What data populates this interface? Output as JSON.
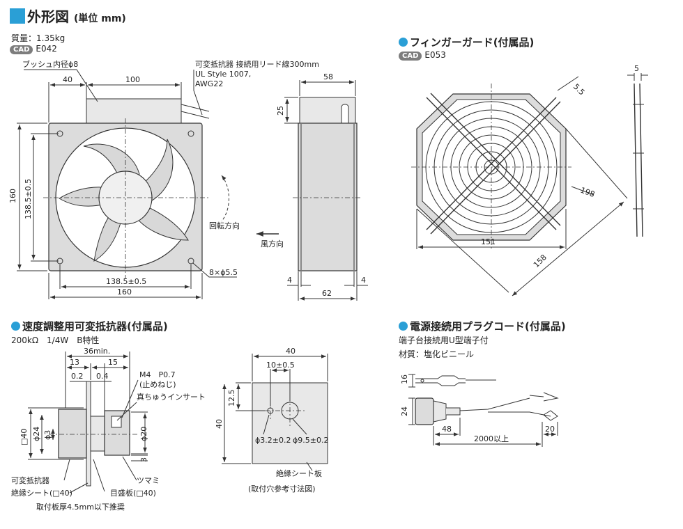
{
  "header": {
    "title": "外形図",
    "unit": "(単位 mm)"
  },
  "fan": {
    "mass": "質量：1.35kg",
    "cad_badge": "CAD",
    "cad_code": "E042",
    "bush": "ブッシュ内径ϕ8",
    "resistor_note_1": "可変抵抗器 接続用リード線300mm",
    "resistor_note_2": "UL Style 1007,",
    "resistor_note_3": "AWG22",
    "dim_40": "40",
    "dim_100": "100",
    "dim_160_h": "160",
    "dim_160_w": "160",
    "dim_1385_v": "138.5±0.5",
    "dim_1385_h": "138.5±0.5",
    "holes": "8×ϕ5.5",
    "rotation": "回転方向",
    "airflow": "風方向",
    "side_58": "58",
    "side_25": "25",
    "side_62": "62",
    "side_4a": "4",
    "side_4b": "4"
  },
  "guard": {
    "title": "フィンガーガード(付属品)",
    "cad_code": "E053",
    "dim_5": "5",
    "dim_55": "5.5",
    "dim_198": "198",
    "dim_151": "151",
    "dim_158": "158"
  },
  "resistor": {
    "title": "速度調整用可変抵抗器(付属品)",
    "spec": "200kΩ　1/4W　B特性",
    "d_36": "36min.",
    "d_13": "13",
    "d_15": "15",
    "d_02": "0.2",
    "d_04": "0.4",
    "m4": "M4　P0.7",
    "set_screw": "(止めねじ)",
    "insert": "真ちゅうインサート",
    "d_sq40": "□40",
    "d_24": "ϕ24",
    "d_3": "ϕ3",
    "d_20": "ϕ20",
    "d_3b": "3",
    "knob": "ツマミ",
    "lbl_resistor": "可変抵抗器",
    "lbl_sheet": "絶縁シート(□40)",
    "lbl_scale": "目盛板(□40)",
    "mount_note": "取付板厚4.5mm以下推奨"
  },
  "hole_ref": {
    "d_40w": "40",
    "d_10": "10±0.5",
    "d_125": "12.5",
    "d_40h": "40",
    "d_32": "ϕ3.2±0.2",
    "d_95": "ϕ9.5±0.2",
    "sheet": "絶縁シート板",
    "caption": "(取付穴参考寸法図)"
  },
  "plug": {
    "title": "電源接続用プラグコード(付属品)",
    "desc": "端子台接続用U型端子付",
    "material": "材質：塩化ビニール",
    "d_16": "16",
    "d_24": "24",
    "d_48": "48",
    "d_20": "20",
    "d_2000": "2000以上"
  }
}
